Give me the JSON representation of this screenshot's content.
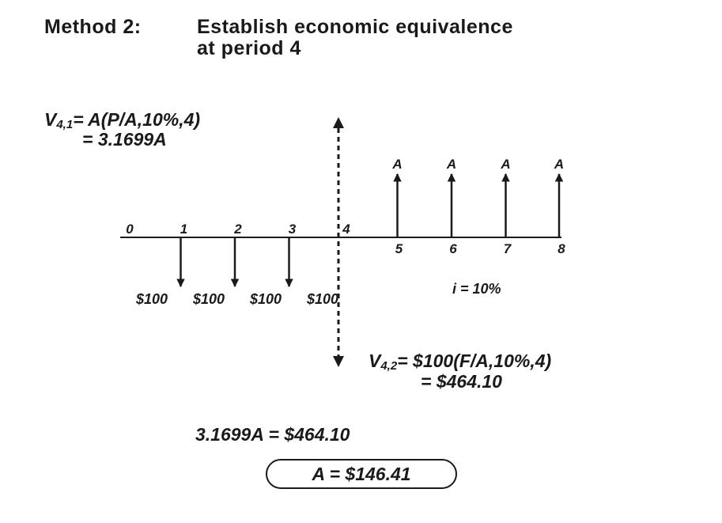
{
  "title": {
    "method": "Method 2:",
    "line1": "Establish economic equivalence",
    "line2": "at period 4"
  },
  "v41": {
    "symbol": "V",
    "subscript": "4,1",
    "rhs": "= A(P/A,10%,4)",
    "result": "= 3.1699A"
  },
  "v42": {
    "symbol": "V",
    "subscript": "4,2",
    "rhs": "= $100(F/A,10%,4)",
    "result": "= $464.10"
  },
  "interest_rate": "i = 10%",
  "periods": [
    "0",
    "1",
    "2",
    "3",
    "4",
    "5",
    "6",
    "7",
    "8"
  ],
  "cash_flows": {
    "outflows": [
      {
        "period": 1,
        "label": "$100"
      },
      {
        "period": 2,
        "label": "$100"
      },
      {
        "period": 3,
        "label": "$100"
      },
      {
        "period": 4,
        "label": "$100"
      }
    ],
    "inflows": [
      {
        "period": 5,
        "label": "A"
      },
      {
        "period": 6,
        "label": "A"
      },
      {
        "period": 7,
        "label": "A"
      },
      {
        "period": 8,
        "label": "A"
      }
    ]
  },
  "equation": "3.1699A = $464.10",
  "answer": "A = $146.41"
}
